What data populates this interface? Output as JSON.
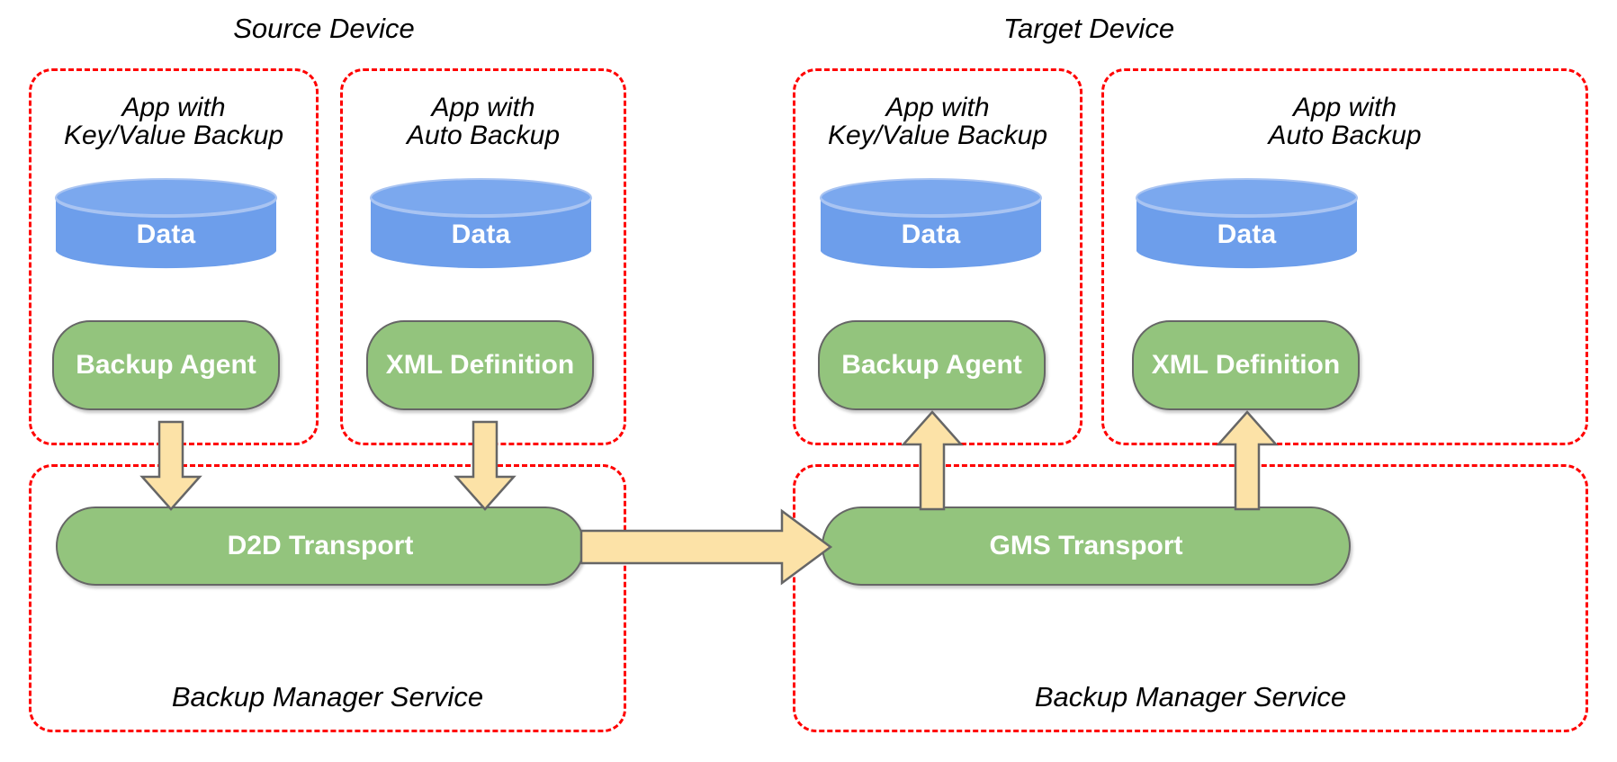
{
  "diagram": {
    "title_left": "Source Device",
    "title_right": "Target Device",
    "colors": {
      "dashed_border": "#FF0000",
      "cylinder_fill": "#6D9EEB",
      "pill_fill": "#93C47D",
      "pill_border": "#666666",
      "arrow_fill": "#FCE2A7",
      "arrow_border": "#666666",
      "text_on_shape": "#FFFFFF",
      "text_label": "#000000"
    },
    "source_device": {
      "label": "Source Device",
      "apps": [
        {
          "label": "App with\nKey/Value Backup",
          "data_label": "Data",
          "component_label": "Backup Agent"
        },
        {
          "label": "App with\nAuto Backup",
          "data_label": "Data",
          "component_label": "XML Definition"
        }
      ],
      "service": {
        "label": "Backup Manager Service",
        "transport_label": "D2D Transport"
      }
    },
    "target_device": {
      "label": "Target Device",
      "apps": [
        {
          "label": "App with\nKey/Value Backup",
          "data_label": "Data",
          "component_label": "Backup Agent"
        },
        {
          "label": "App with\nAuto Backup",
          "data_label": "Data",
          "component_label": "XML Definition"
        }
      ],
      "service": {
        "label": "Backup Manager Service",
        "transport_label": "GMS Transport"
      }
    },
    "arrows": [
      {
        "name": "backup-agent-to-d2d-transport",
        "direction": "down"
      },
      {
        "name": "xml-definition-to-d2d-transport",
        "direction": "down"
      },
      {
        "name": "d2d-transport-to-gms-transport",
        "direction": "right"
      },
      {
        "name": "gms-transport-to-backup-agent",
        "direction": "up"
      },
      {
        "name": "gms-transport-to-xml-definition",
        "direction": "up"
      }
    ]
  }
}
